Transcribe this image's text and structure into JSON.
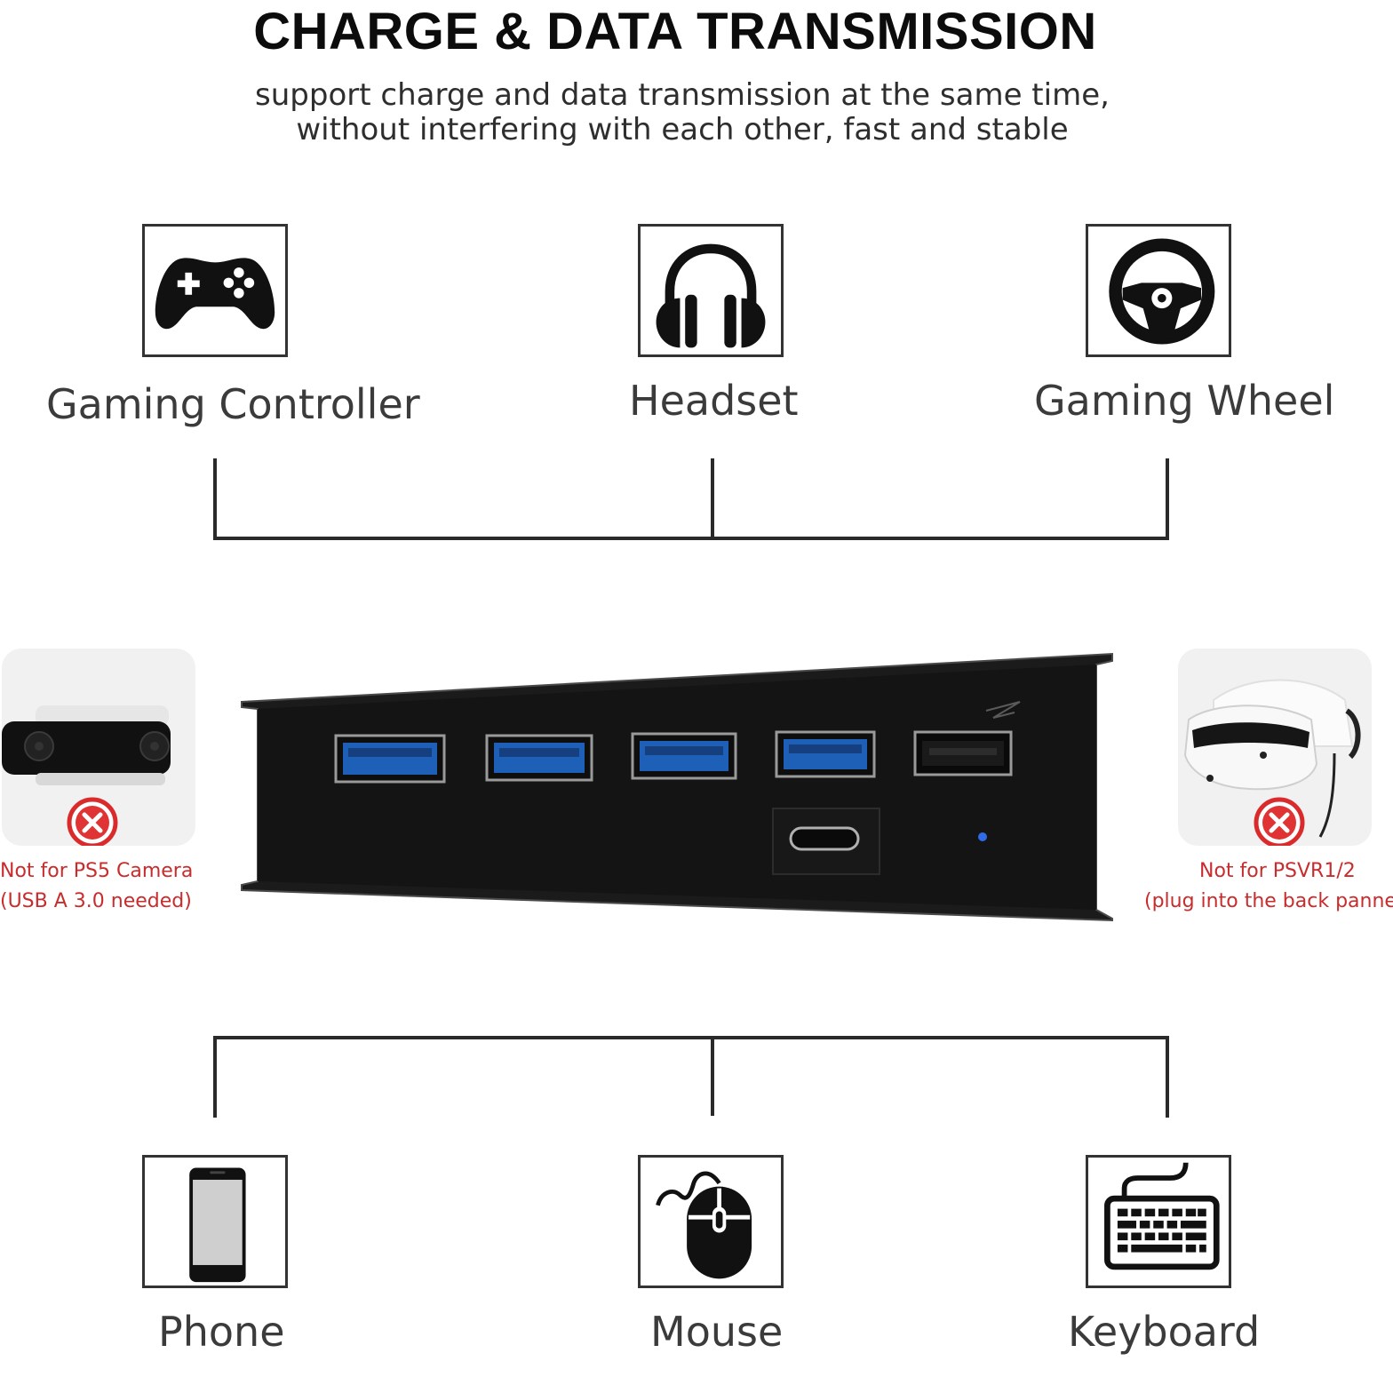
{
  "header": {
    "title": "CHARGE & DATA TRANSMISSION",
    "subtitle_line1": "support charge and data transmission at the same time,",
    "subtitle_line2": "without interfering with each other, fast and stable"
  },
  "devices_top": [
    {
      "label": "Gaming Controller",
      "icon": "gamepad-icon"
    },
    {
      "label": "Headset",
      "icon": "headphones-icon"
    },
    {
      "label": "Gaming Wheel",
      "icon": "steering-wheel-icon"
    }
  ],
  "devices_bottom": [
    {
      "label": "Phone",
      "icon": "phone-icon"
    },
    {
      "label": "Mouse",
      "icon": "mouse-icon"
    },
    {
      "label": "Keyboard",
      "icon": "keyboard-icon"
    }
  ],
  "warnings": {
    "left_line1": "Not for PS5 Camera",
    "left_line2": "(USB A 3.0 needed)",
    "right_line1": "Not for PSVR1/2",
    "right_line2": "(plug into the back panne"
  },
  "colors": {
    "warning_red": "#c82c2c",
    "usb3_blue": "#1e5fb8",
    "hub_body": "#1b1b1b",
    "led_blue": "#2f6be8"
  }
}
